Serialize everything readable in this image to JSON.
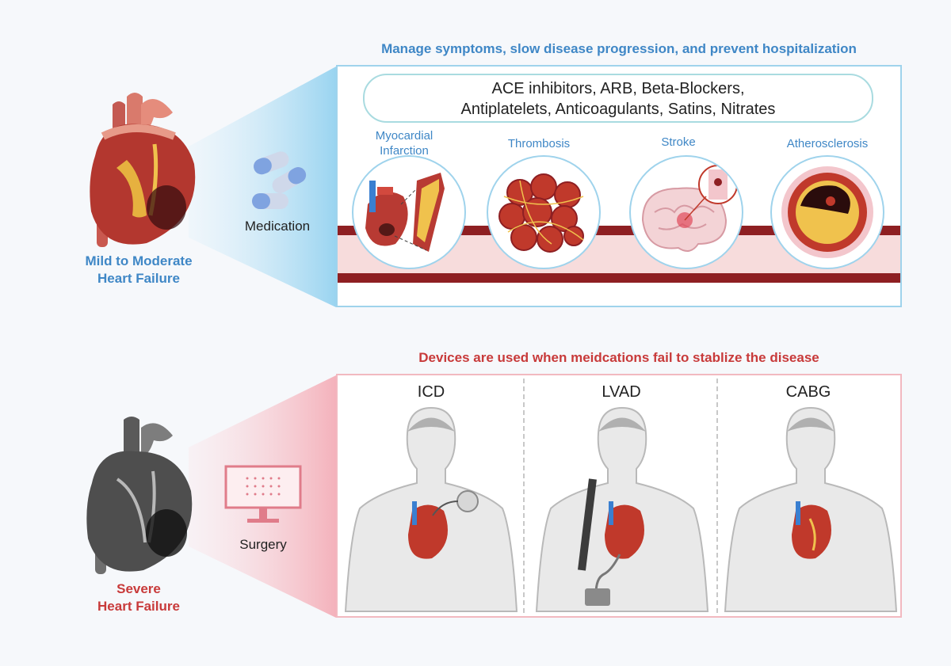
{
  "top": {
    "heading": "Manage symptoms, slow disease progression, and prevent hospitalization",
    "stage_label_line1": "Mild to Moderate",
    "stage_label_line2": "Heart Failure",
    "treatment_label": "Medication",
    "drugs_line1": "ACE inhibitors, ARB, Beta-Blockers,",
    "drugs_line2": "Antiplatelets, Anticoagulants, Satins, Nitrates",
    "conditions": [
      {
        "label_line1": "Myocardial",
        "label_line2": "Infarction"
      },
      {
        "label_line1": "Thrombosis",
        "label_line2": ""
      },
      {
        "label_line1": "Stroke",
        "label_line2": ""
      },
      {
        "label_line1": "Atherosclerosis",
        "label_line2": ""
      }
    ],
    "colors": {
      "accent": "#3f87c6",
      "border": "#9fd3ec"
    }
  },
  "bottom": {
    "heading": "Devices are used when meidcations fail to stablize the disease",
    "stage_label_line1": "Severe",
    "stage_label_line2": "Heart Failure",
    "treatment_label": "Surgery",
    "devices": [
      {
        "label": "ICD"
      },
      {
        "label": "LVAD"
      },
      {
        "label": "CABG"
      }
    ],
    "colors": {
      "accent": "#c83a3a",
      "border": "#f2b9c0"
    }
  }
}
